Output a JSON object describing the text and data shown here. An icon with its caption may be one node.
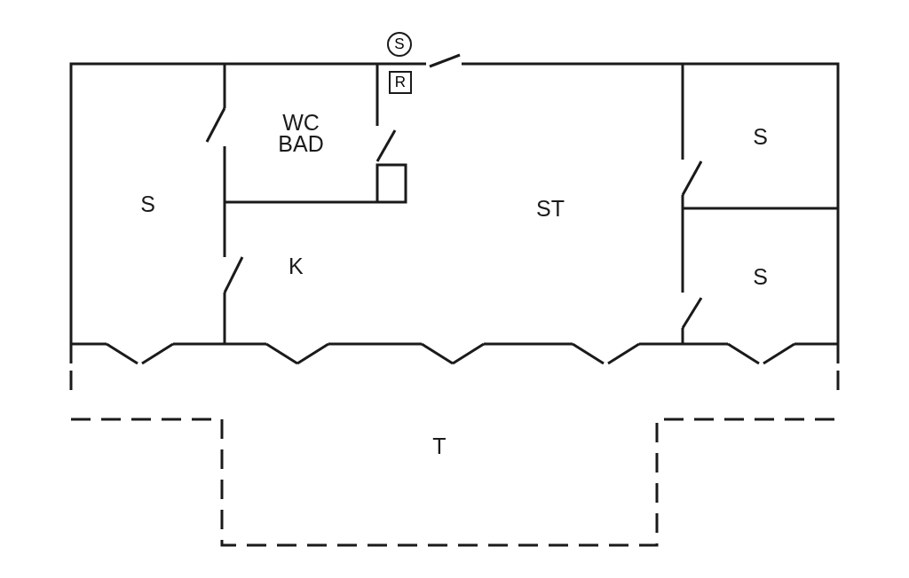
{
  "diagram": {
    "nodes": [
      {
        "text": [
          "S"
        ]
      },
      {
        "text": [
          "WC BAD"
        ]
      },
      {
        "text": [
          "ST"
        ]
      },
      {
        "text": [
          "S"
        ]
      },
      {
        "text": [
          "S"
        ]
      },
      {
        "text": [
          "T"
        ]
      },
      {
        "text": [
          "S"
        ]
      },
      {
        "text": [
          "R"
        ]
      }
    ],
    "labels": [
      "K"
    ]
  }
}
